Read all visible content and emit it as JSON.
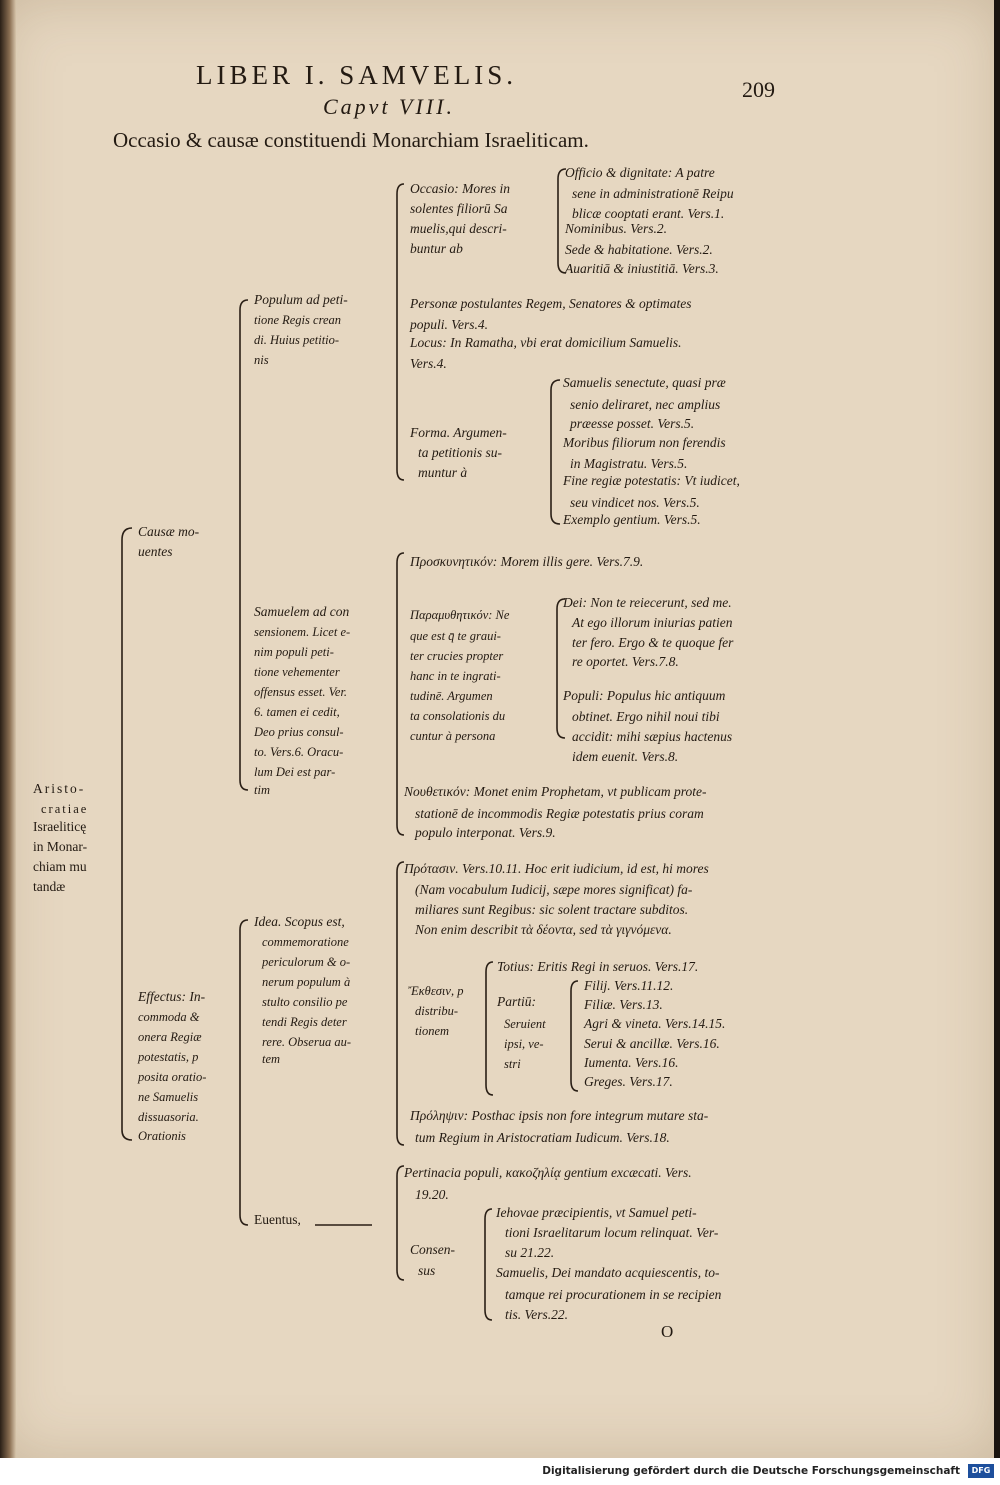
{
  "header": {
    "running_title": "LIBER I. SAMVELIS.",
    "page_number": "209",
    "chapter": "Capvt VIII.",
    "title": "Occasio & causæ constituendi Monarchiam Israeliticam."
  },
  "root": {
    "lines": [
      "Aristo-",
      "cratiae",
      "Israeliticę",
      "in Monar-",
      "chiam mu",
      "tandæ"
    ]
  },
  "causae": {
    "lines": [
      "Causæ mo-",
      "uentes"
    ],
    "populum": {
      "lines": [
        "Populum ad peti-",
        "tione Regis crean",
        "di. Huius petitio-",
        "nis"
      ],
      "occasio": {
        "lines": [
          "Occasio: Mores in",
          "solentes filiorū Sa",
          "muelis,qui descri-",
          "buntur ab"
        ],
        "items": [
          [
            "Officio & dignitate: A patre",
            "sene in administrationē Reipu",
            "blicæ cooptati erant. Vers.1."
          ],
          [
            "Nominibus. Vers.2."
          ],
          [
            "Sede & habitatione. Vers.2."
          ],
          [
            "Auaritiā & iniustitiā. Vers.3."
          ]
        ]
      },
      "personae": [
        "Personæ postulantes Regem, Senatores & optimates",
        "populi. Vers.4."
      ],
      "locus": [
        "Locus: In Ramatha, vbi erat domicilium Samuelis.",
        "Vers.4."
      ],
      "forma": {
        "lines": [
          "Forma. Argumen-",
          "ta petitionis su-",
          "muntur à"
        ],
        "items": [
          [
            "Samuelis senectute, quasi præ",
            "senio deliraret, nec amplius",
            "præesse posset. Vers.5."
          ],
          [
            "Moribus filiorum non ferendis",
            "in Magistratu. Vers.5."
          ],
          [
            "Fine regiæ potestatis: Vt iudicet,",
            "seu vindicet nos. Vers.5."
          ],
          [
            "Exemplo gentium. Vers.5."
          ]
        ]
      }
    },
    "samuelem": {
      "lines": [
        "Samuelem ad con",
        "sensionem. Licet e-",
        "nim populi peti-",
        "tione vehementer",
        "offensus esset. Ver.",
        "6. tamen ei cedit,",
        "Deo prius consul-",
        "to. Vers.6. Oracu-",
        "lum Dei est par-",
        "tim"
      ],
      "prosk": [
        "Προσκυνητικόν: Morem illis gere. Vers.7.9."
      ],
      "paramyth": {
        "lines": [
          "Παραμυθητικόν: Ne",
          "que est q̄ te graui-",
          "ter crucies propter",
          "hanc in te ingrati-",
          "tudinē. Argumen",
          "ta consolationis du",
          "cuntur à persona"
        ],
        "dei": [
          "Dei: Non te reiecerunt, sed me.",
          "At ego illorum iniurias patien",
          "ter fero. Ergo & te quoque fer",
          "re oportet. Vers.7.8."
        ],
        "populi": [
          "Populi: Populus hic antiquum",
          "obtinet. Ergo nihil noui tibi",
          "accidit: mihi sæpius hactenus",
          "idem euenit. Vers.8."
        ]
      },
      "nuthet": [
        "Νουθετικόν: Monet enim Prophetam, vt publicam prote-",
        "stationē de incommodis Regiæ potestatis prius coram",
        "populo interponat. Vers.9."
      ]
    }
  },
  "effectus": {
    "lines": [
      "Effectus: In-",
      "commoda &",
      "onera Regiæ",
      "potestatis, p",
      "posita oratio-",
      "ne Samuelis",
      "dissuasoria.",
      "Orationis"
    ],
    "idea": {
      "lines": [
        "Idea. Scopus est,",
        "commemoratione",
        "periculorum & o-",
        "nerum populum à",
        "stulto consilio pe",
        "tendi Regis deter",
        "rere. Obserua au-",
        "tem"
      ],
      "protasis": [
        "Πρότασιν. Vers.10.11. Hoc erit iudicium, id est, hi mores",
        "(Nam vocabulum Iudicij, sæpe mores significat) fa-",
        "miliares sunt Regibus: sic solent tractare subditos.",
        "Non enim describit τὰ δέοντα, sed τὰ γιγνόμενα."
      ],
      "ekthesis": {
        "lines": [
          "Ἔκθεσιν, p",
          "distribu-",
          "tionem"
        ],
        "totius": "Totius: Eritis Regi in seruos. Vers.17.",
        "partium": {
          "lines": [
            "Partiū:",
            "Seruient",
            "ipsi, ve-",
            "stri"
          ],
          "items": [
            "Filij. Vers.11.12.",
            "Filiæ. Vers.13.",
            "Agri & vineta. Vers.14.15.",
            "Serui & ancillæ. Vers.16.",
            "Iumenta. Vers.16.",
            "Greges. Vers.17."
          ]
        }
      },
      "prolepsis": [
        "Πρόληψιν: Posthac ipsis non fore integrum mutare sta-",
        "tum Regium in Aristocratiam Iudicum. Vers.18."
      ]
    },
    "euentus": {
      "label": "Euentus,",
      "pertinacia": [
        "Pertinacia populi, κακοζηλίᾳ gentium excæcati. Vers.",
        "19.20."
      ],
      "consensus": {
        "lines": [
          "Consen-",
          "sus"
        ],
        "iehovae": [
          "Iehovae præcipientis, vt Samuel peti-",
          "tioni Israelitarum locum relinquat. Ver-",
          "su 21.22."
        ],
        "samuelis": [
          "Samuelis, Dei mandato acquiescentis, to-",
          "tamque rei procurationem in se recipien",
          "tis. Vers.22."
        ]
      }
    }
  },
  "catchword": "O",
  "footer": {
    "text": "Digitalisierung gefördert durch die Deutsche Forschungsgemeinschaft",
    "logo": "DFG"
  }
}
